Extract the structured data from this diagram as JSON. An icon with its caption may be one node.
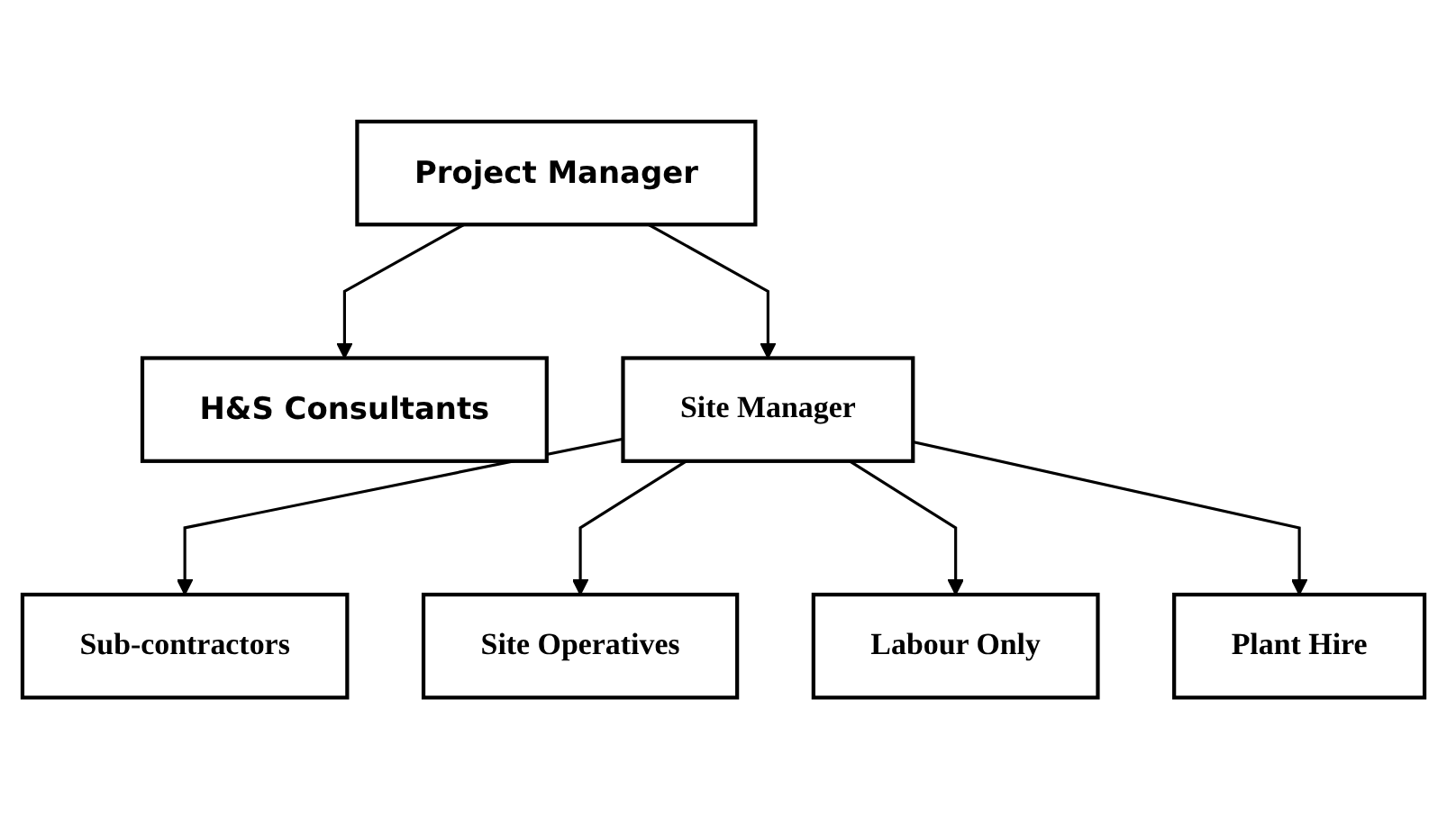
{
  "diagram": {
    "nodes": [
      {
        "text": [
          "Project Manager"
        ]
      },
      {
        "text": [
          "H&S Consultants"
        ]
      },
      {
        "text": [
          "Site Manager"
        ]
      },
      {
        "text": [
          "Plant Hire"
        ]
      },
      {
        "text": [
          "Sub-contractors"
        ]
      },
      {
        "text": [
          "Site Operatives"
        ]
      },
      {
        "text": [
          "Labour Only"
        ]
      }
    ],
    "edges": [
      {
        "from": 0,
        "to": 1,
        "arrow": "to"
      },
      {
        "from": 0,
        "to": 2,
        "arrow": "to"
      },
      {
        "from": 2,
        "to": 4,
        "arrow": "to"
      },
      {
        "from": 2,
        "to": 5,
        "arrow": "to"
      },
      {
        "from": 2,
        "to": 6,
        "arrow": "to"
      },
      {
        "from": 2,
        "to": 3,
        "arrow": "to"
      }
    ]
  }
}
